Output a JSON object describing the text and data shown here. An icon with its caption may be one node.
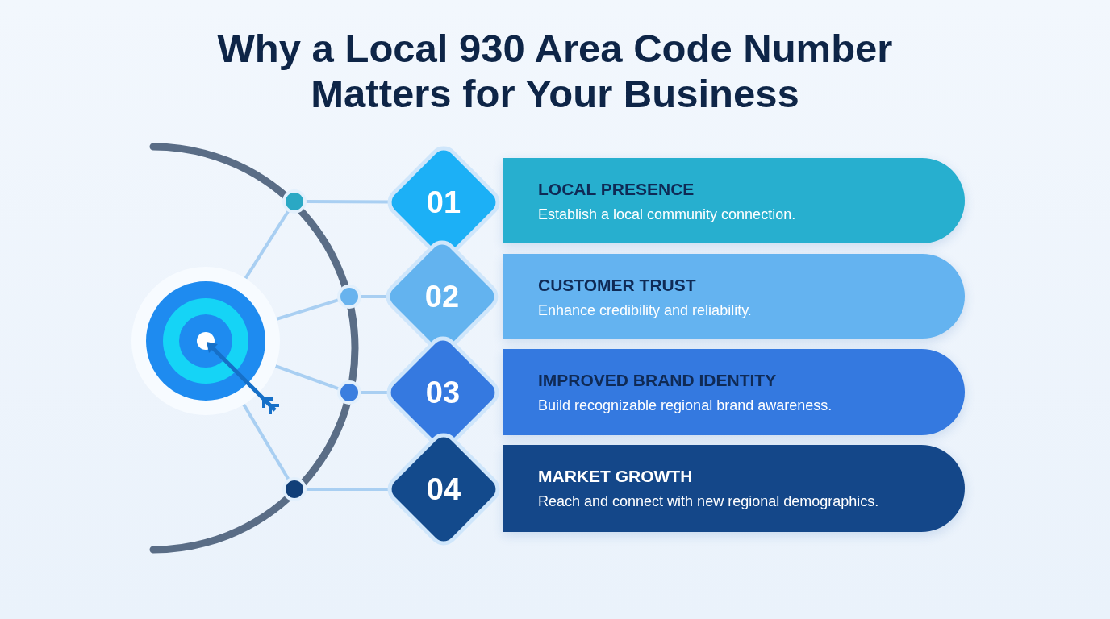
{
  "diagram": {
    "title": "Why a Local 930 Area Code Number Matters for Your Business",
    "nodes": [
      {
        "text": [],
        "shape": "picture"
      },
      {
        "text": [],
        "shape": "circle"
      },
      {
        "text": [],
        "shape": "circle"
      },
      {
        "text": [],
        "shape": "circle"
      },
      {
        "text": [],
        "shape": "circle"
      },
      {
        "text": [
          "01"
        ]
      },
      {
        "text": [
          "LOCAL PRESENCE",
          "Establish a local community connection."
        ]
      },
      {
        "text": [
          "02"
        ]
      },
      {
        "text": [
          "CUSTOMER TRUST",
          "Enhance credibility and reliability."
        ]
      },
      {
        "text": [
          "03"
        ]
      },
      {
        "text": [
          "IMPROVED BRAND IDENTITY",
          "Build recognizable regional brand awareness."
        ]
      },
      {
        "text": [
          "04"
        ]
      },
      {
        "text": [
          "MARKET GROWTH",
          "Reach and connect with new regional demographics."
        ]
      }
    ],
    "edges": [
      {
        "from": 0,
        "to": 1,
        "arrow": "none"
      },
      {
        "from": 0,
        "to": 2,
        "arrow": "none"
      },
      {
        "from": 0,
        "to": 3,
        "arrow": "none"
      },
      {
        "from": 0,
        "to": 4,
        "arrow": "none"
      },
      {
        "from": 1,
        "to": 5,
        "arrow": "none"
      },
      {
        "from": 2,
        "to": 7,
        "arrow": "none"
      },
      {
        "from": 3,
        "to": 9,
        "arrow": "none"
      },
      {
        "from": 4,
        "to": 11,
        "arrow": "none"
      }
    ]
  }
}
